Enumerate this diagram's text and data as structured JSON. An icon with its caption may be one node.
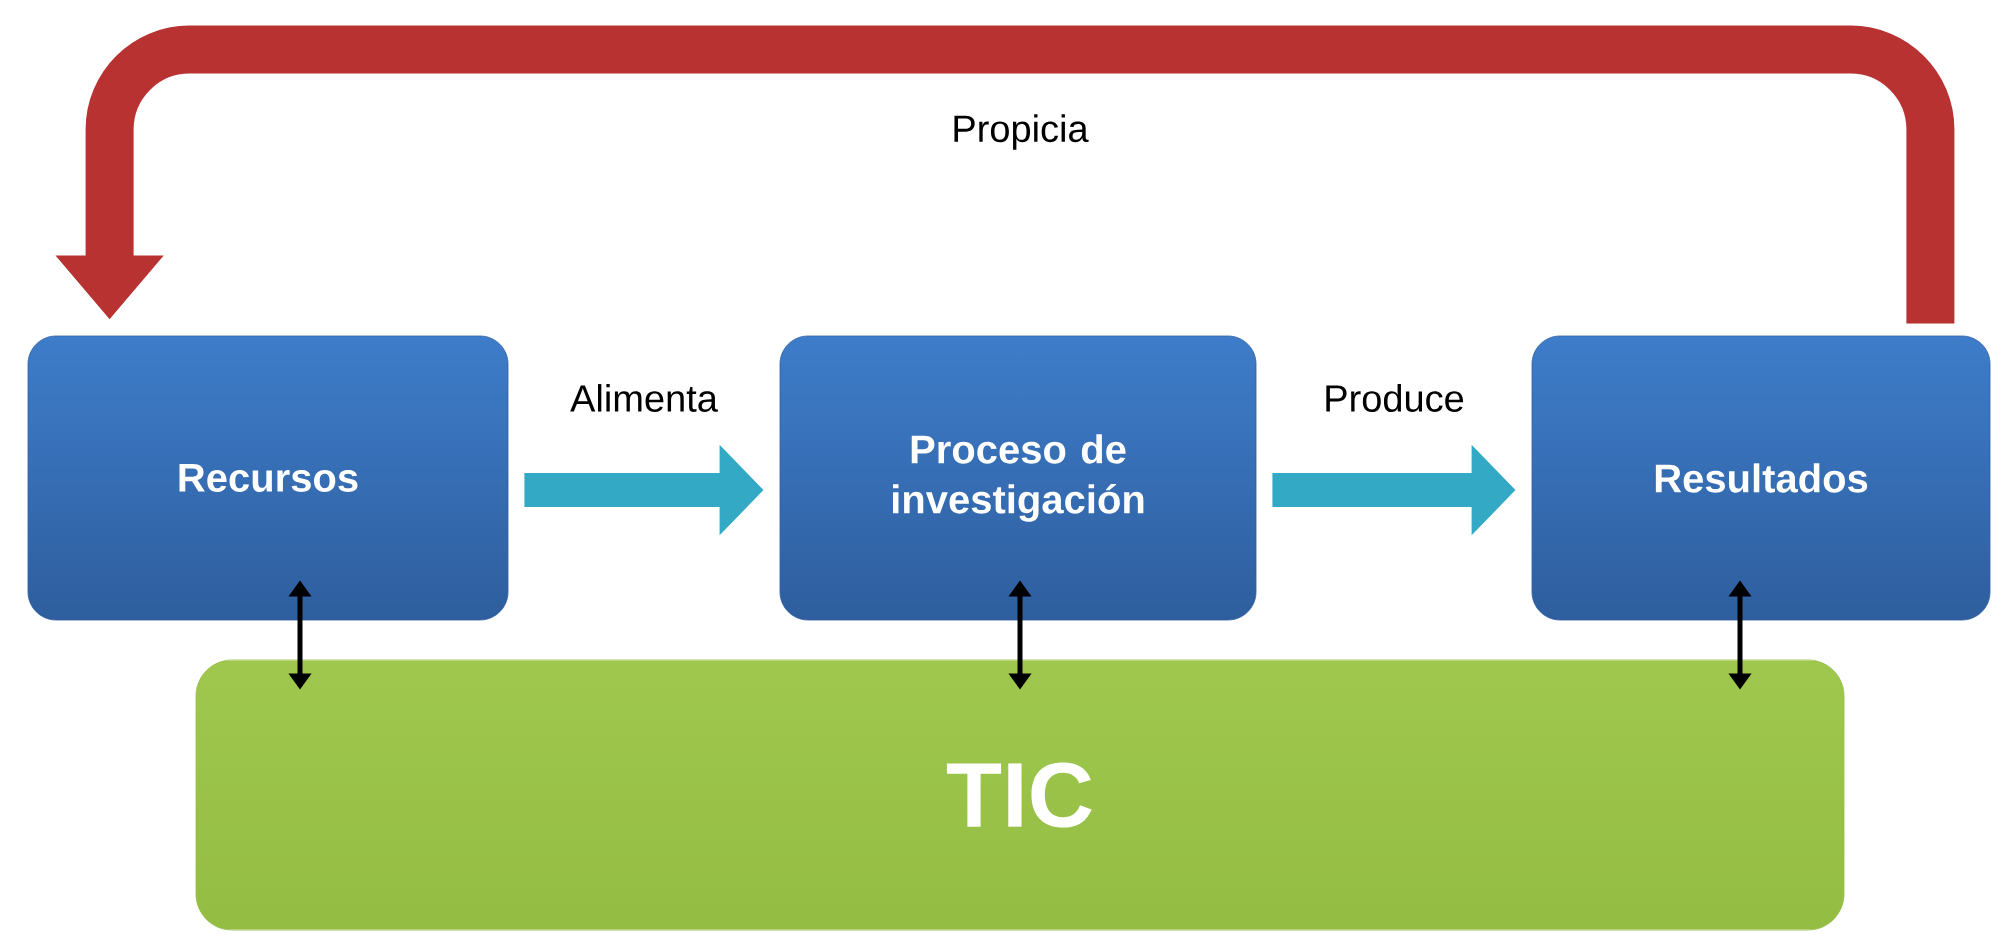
{
  "diagram": {
    "nodes": [
      {
        "text": [
          "Recursos"
        ]
      },
      {
        "text": [
          "Proceso de investigación"
        ]
      },
      {
        "text": [
          "Resultados"
        ]
      },
      {
        "text": [
          "TIC"
        ]
      }
    ],
    "edges": [
      {
        "from": 0,
        "to": 1,
        "arrow": "to",
        "label": "Alimenta",
        "style": "thick",
        "color": "#33a9c6"
      },
      {
        "from": 1,
        "to": 2,
        "arrow": "to",
        "label": "Produce",
        "style": "thick",
        "color": "#33a9c6"
      },
      {
        "from": 2,
        "to": 0,
        "arrow": "to",
        "label": "Propicia",
        "style": "thick",
        "color": "#b83232"
      },
      {
        "from": 0,
        "to": 3,
        "arrow": "both"
      },
      {
        "from": 1,
        "to": 3,
        "arrow": "both"
      },
      {
        "from": 2,
        "to": 3,
        "arrow": "both"
      }
    ]
  }
}
